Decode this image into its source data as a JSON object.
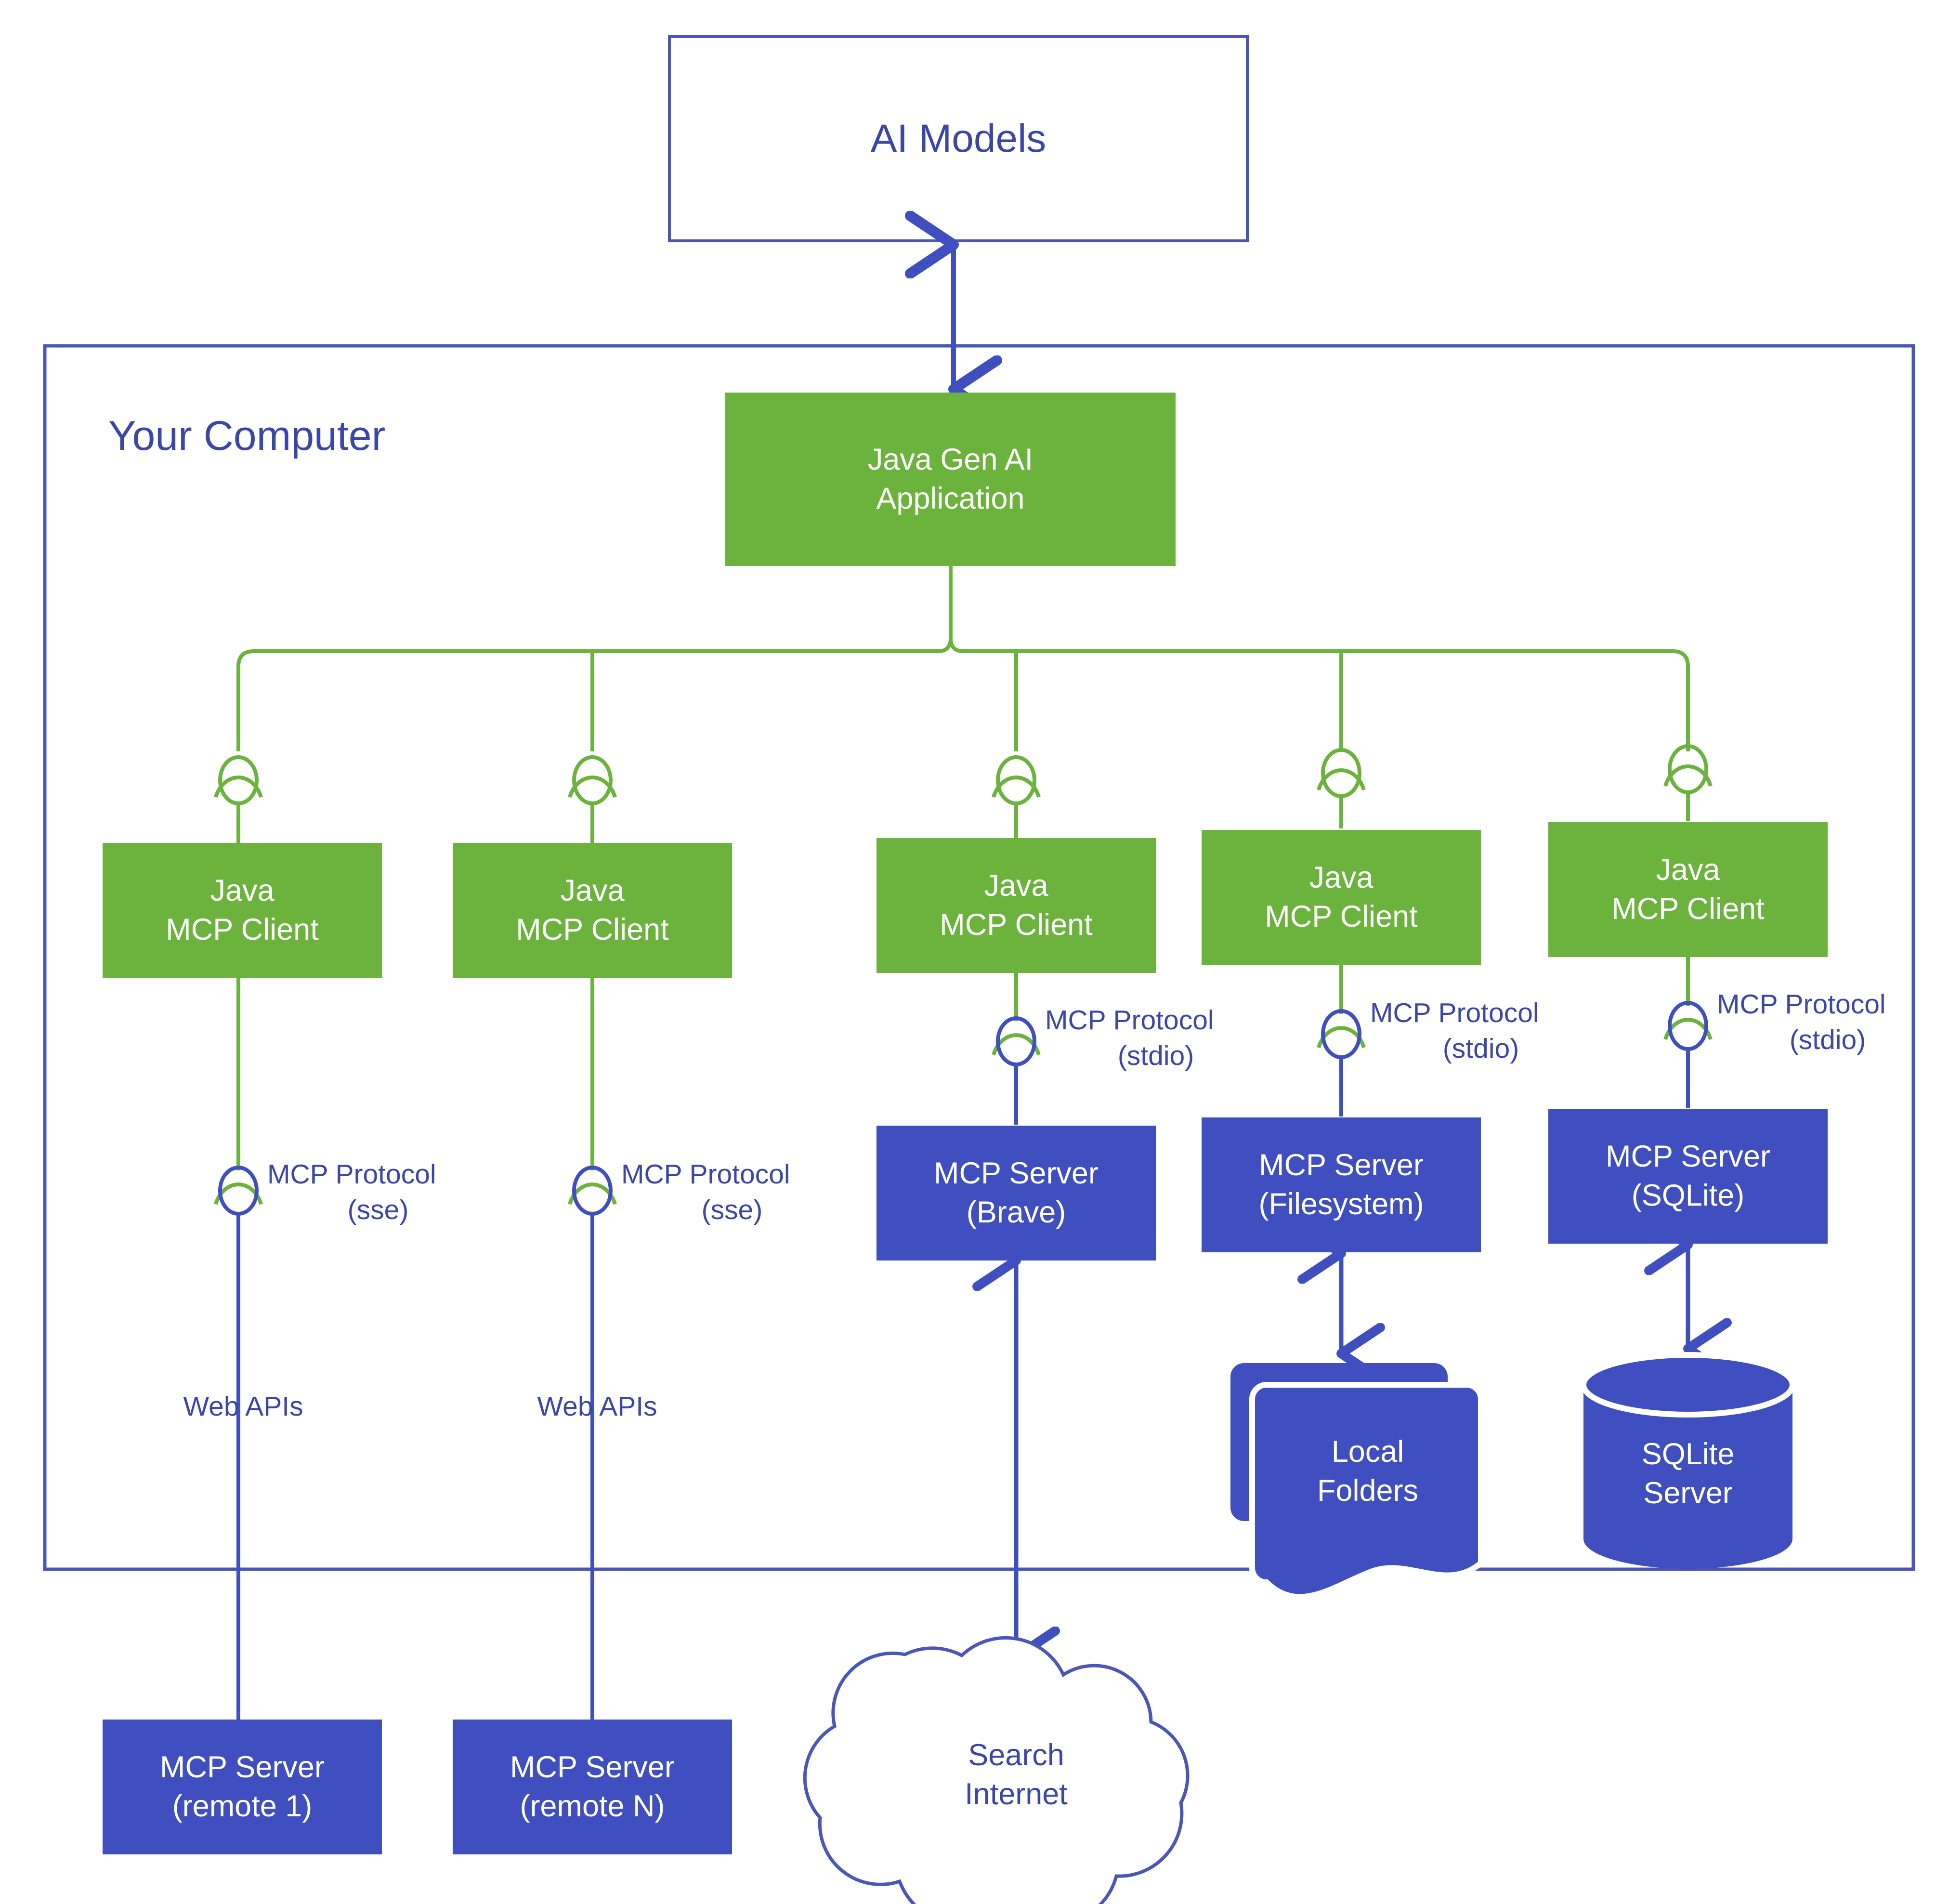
{
  "diagram": {
    "title": "MCP architecture for a Java Gen AI application",
    "colors": {
      "green": "#6cb33e",
      "blue": "#3f4fbf",
      "blue_text": "#3b46a8",
      "white": "#ffffff",
      "background": "#ffffff"
    }
  },
  "top_node": {
    "label": "AI Models"
  },
  "container": {
    "label": "Your Computer"
  },
  "app_node": {
    "line1": "Java Gen AI",
    "line2": "Application"
  },
  "clients": [
    {
      "line1": "Java",
      "line2": "MCP Client"
    },
    {
      "line1": "Java",
      "line2": "MCP Client"
    },
    {
      "line1": "Java",
      "line2": "MCP Client"
    },
    {
      "line1": "Java",
      "line2": "MCP Client"
    },
    {
      "line1": "Java",
      "line2": "MCP Client"
    }
  ],
  "protocol_labels": [
    {
      "line1": "MCP Protocol",
      "line2": "(sse)"
    },
    {
      "line1": "MCP Protocol",
      "line2": "(sse)"
    },
    {
      "line1": "MCP Protocol",
      "line2": "(stdio)"
    },
    {
      "line1": "MCP Protocol",
      "line2": "(stdio)"
    },
    {
      "line1": "MCP Protocol",
      "line2": "(stdio)"
    }
  ],
  "web_api_labels": [
    {
      "label": "Web APIs"
    },
    {
      "label": "Web APIs"
    }
  ],
  "servers": [
    {
      "line1": "MCP Server",
      "line2": "(remote 1)"
    },
    {
      "line1": "MCP Server",
      "line2": "(remote N)"
    },
    {
      "line1": "MCP Server",
      "line2": "(Brave)"
    },
    {
      "line1": "MCP Server",
      "line2": "(Filesystem)"
    },
    {
      "line1": "MCP Server",
      "line2": "(SQLite)"
    }
  ],
  "resources": {
    "cloud": {
      "line1": "Search",
      "line2": "Internet"
    },
    "folders": {
      "line1": "Local",
      "line2": "Folders"
    },
    "database": {
      "line1": "SQLite",
      "line2": "Server"
    }
  }
}
